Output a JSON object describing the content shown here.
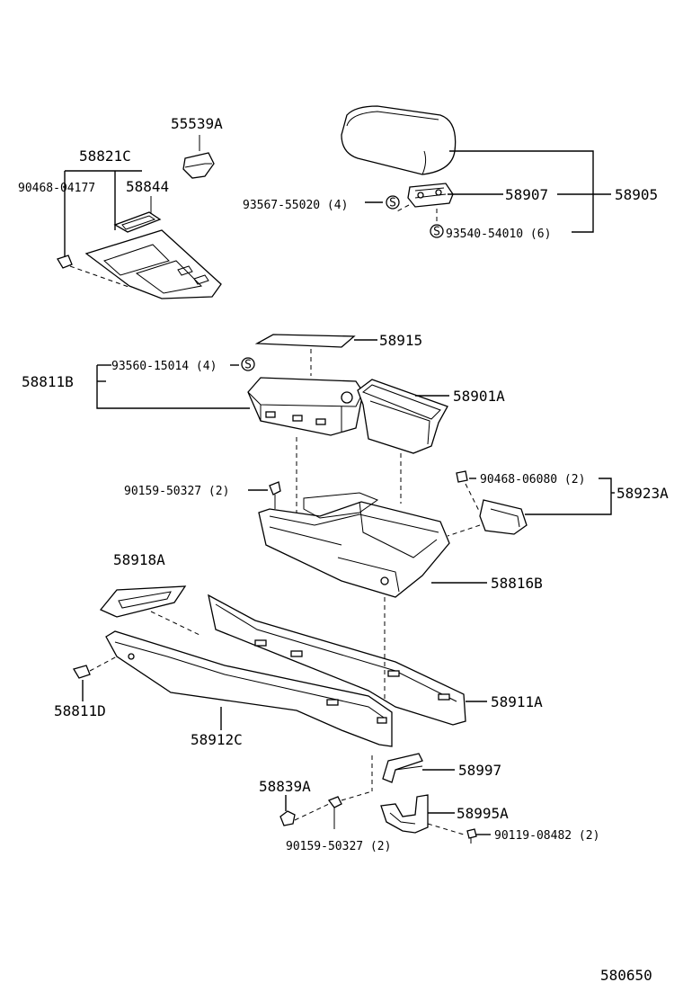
{
  "labels": {
    "p55539A": "55539A",
    "p58821C": "58821C",
    "p90468_04177": "90468-04177",
    "p58844": "58844",
    "p93567": "93567-55020 (4)",
    "p58907": "58907",
    "p58905": "58905",
    "p93540": "93540-54010 (6)",
    "p58915": "58915",
    "p58811B": "58811B",
    "p93560": "93560-15014 (4)",
    "p58901A": "58901A",
    "p90159_top": "90159-50327 (2)",
    "p90468_06080": "90468-06080 (2)",
    "p58923A": "58923A",
    "p58816B": "58816B",
    "p58918A": "58918A",
    "p58811D": "58811D",
    "p58911A": "58911A",
    "p58912C": "58912C",
    "p58997": "58997",
    "p58839A": "58839A",
    "p58995A": "58995A",
    "p90119": "90119-08482 (2)",
    "p90159_bottom": "90159-50327 (2)",
    "s_mark": "S",
    "diagram_id": "580650"
  }
}
